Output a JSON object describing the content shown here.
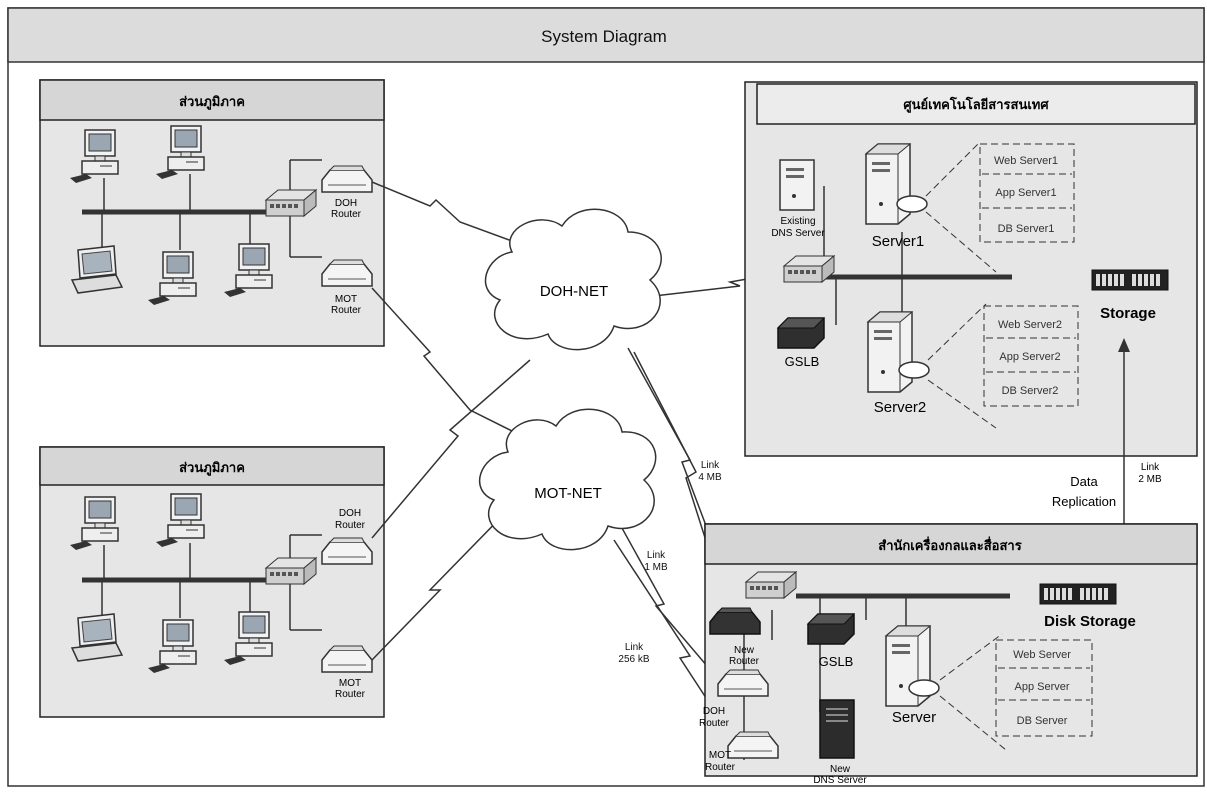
{
  "title": "System Diagram",
  "regions": {
    "regional_top": "ส่วนภูมิภาค",
    "regional_bottom": "ส่วนภูมิภาค",
    "it_center": "ศูนย์เทคโนโลยีสารสนเทศ",
    "comm_bureau": "สำนักเครื่องกลและสื่อสาร"
  },
  "networks": {
    "doh_net": "DOH-NET",
    "mot_net": "MOT-NET"
  },
  "labels": {
    "doh_router_line1": "DOH",
    "mot_router_line1": "MOT",
    "router_line2": "Router",
    "existing_dns_line1": "Existing",
    "existing_dns_line2": "DNS Server",
    "server1": "Server1",
    "server2": "Server2",
    "server": "Server",
    "gslb": "GSLB",
    "storage": "Storage",
    "disk_storage": "Disk Storage",
    "new_router_line1": "New",
    "new_router_line2": "Router",
    "new_dns_line1": "New",
    "new_dns_line2": "DNS Server",
    "data_replication_line1": "Data",
    "data_replication_line2": "Replication"
  },
  "vm_groups": {
    "server1": [
      "Web Server1",
      "App Server1",
      "DB Server1"
    ],
    "server2": [
      "Web Server2",
      "App Server2",
      "DB Server2"
    ],
    "server": [
      "Web Server",
      "App Server",
      "DB Server"
    ]
  },
  "links": {
    "link_4mb": [
      "Link",
      "4 MB"
    ],
    "link_2mb": [
      "Link",
      "2 MB"
    ],
    "link_1mb": [
      "Link",
      "1 MB"
    ],
    "link_256kb": [
      "Link",
      "256 kB"
    ]
  },
  "colors": {
    "panel_fill": "#e6e6e6",
    "panel_header": "#d6d6d6",
    "border": "#222222",
    "title_bar": "#dcdcdc"
  }
}
